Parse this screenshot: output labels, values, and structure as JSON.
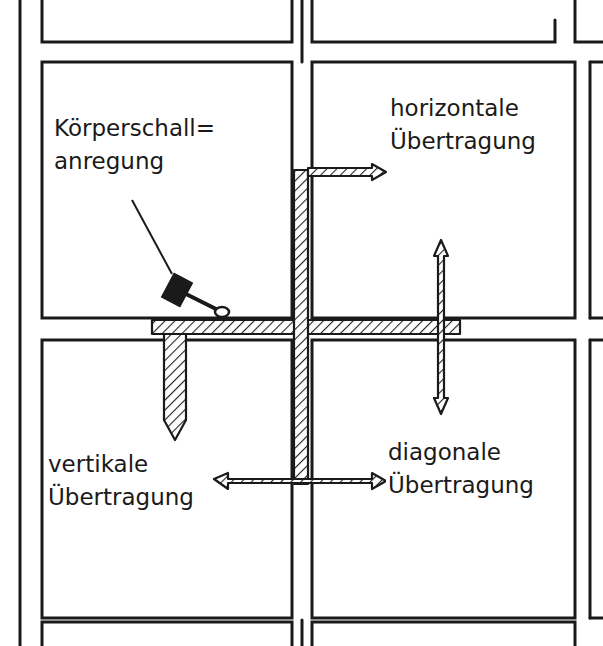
{
  "diagram": {
    "labels": [
      "Körperschall= anregung",
      "horizontale Übertragung",
      "vertikale Übertragung",
      "diagonale Übertragung"
    ]
  }
}
